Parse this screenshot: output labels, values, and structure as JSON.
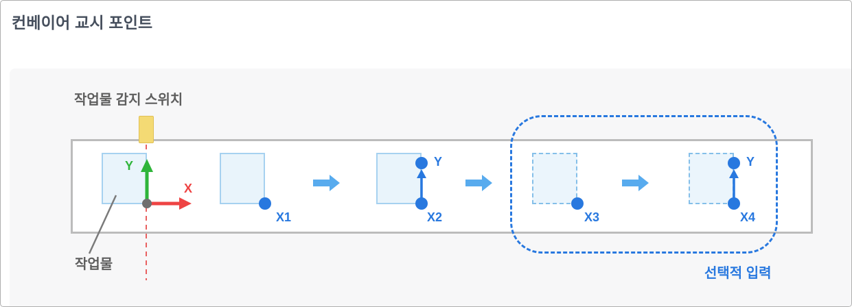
{
  "title": "컨베이어 교시 포인트",
  "diagram": {
    "sensor_switch_label": "작업물 감지 스위치",
    "workpiece_label": "작업물",
    "optional_input_label": "선택적 입력",
    "axes": {
      "x": "X",
      "y": "Y"
    },
    "teach_points": {
      "x1": "X1",
      "x2": "X2",
      "x3": "X3",
      "x4": "X4"
    },
    "colors": {
      "point_blue": "#2878df",
      "flow_arrow_blue": "#58abee",
      "axis_green": "#2fb53a",
      "axis_red": "#ee4444",
      "origin_dot_gray": "#6f6f6f",
      "sensor_yellow": "#f4da74",
      "sensor_line_red": "#e96060",
      "workpiece_fill": "#e9f4fb",
      "workpiece_border": "#a6d1f0",
      "conveyor_border": "#bcbcbc",
      "panel_bg": "#f7f7f8"
    }
  }
}
